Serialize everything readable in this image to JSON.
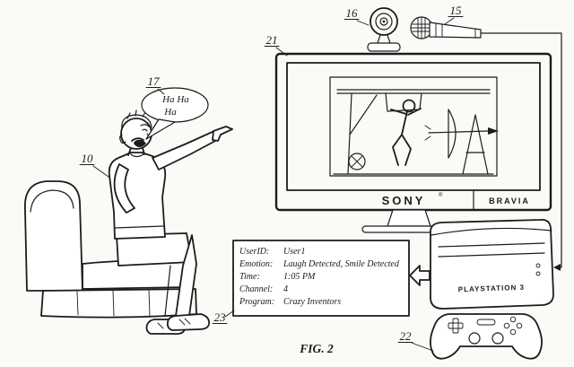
{
  "colors": {
    "ink": "#1c1c1c",
    "paper": "#fbfaf6"
  },
  "figure": {
    "caption": "FIG. 2"
  },
  "labels": {
    "man": "10",
    "microphone": "15",
    "camera": "16",
    "speech_bubble": "17",
    "tv": "21",
    "console": "22",
    "info_box": "23"
  },
  "speech": {
    "line1": "Ha Ha",
    "line2": "Ha"
  },
  "tv": {
    "brand": "SONY",
    "brand_reg": "®",
    "model": "BRAVIA"
  },
  "console": {
    "brand": "PLAYSTATION 3"
  },
  "info_box": {
    "rows": [
      {
        "label": "UserID:",
        "value": "User1"
      },
      {
        "label": "Emotion:",
        "value": "Laugh Detected, Smile Detected"
      },
      {
        "label": "Time:",
        "value": "1:05 PM"
      },
      {
        "label": "Channel:",
        "value": "4"
      },
      {
        "label": "Program:",
        "value": "Crazy Inventors"
      }
    ]
  }
}
